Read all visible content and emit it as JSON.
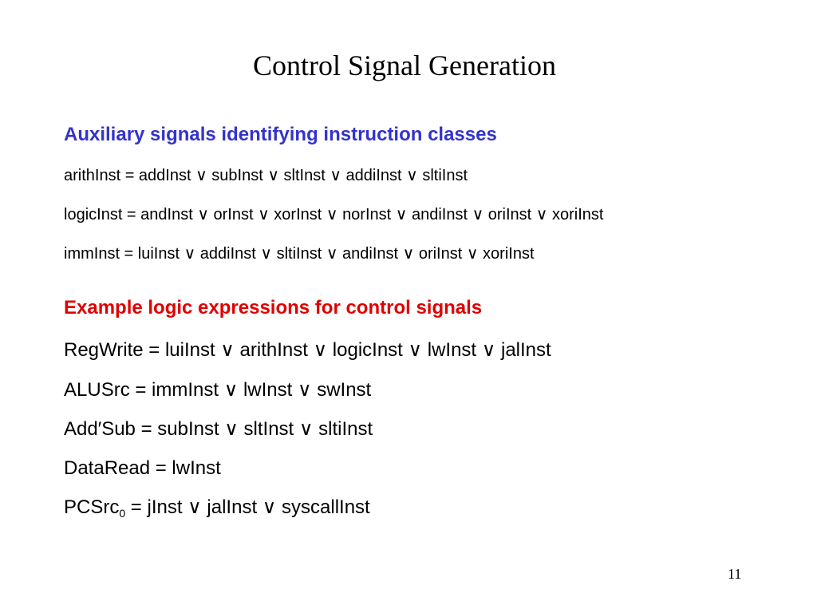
{
  "slide": {
    "title": "Control Signal Generation",
    "page_number": "11",
    "colors": {
      "aux_heading": "#3333cc",
      "example_heading": "#e00000",
      "text": "#000000",
      "background": "#ffffff"
    }
  },
  "aux_section": {
    "heading": "Auxiliary signals identifying instruction classes",
    "lines": [
      "arithInst = addInst ∨ subInst ∨ sltInst ∨ addiInst ∨ sltiInst",
      "logicInst = andInst ∨ orInst ∨ xorInst ∨ norInst ∨ andiInst ∨ oriInst ∨ xoriInst",
      "immInst = luiInst ∨ addiInst ∨ sltiInst ∨ andiInst ∨ oriInst ∨ xoriInst"
    ]
  },
  "example_section": {
    "heading": "Example logic expressions for control signals",
    "lines": [
      "RegWrite = luiInst ∨ arithInst ∨ logicInst ∨ lwInst ∨ jalInst",
      "ALUSrc = immInst ∨ lwInst ∨ swInst",
      "Add′Sub = subInst ∨ sltInst ∨ sltiInst",
      "DataRead = lwInst"
    ],
    "pcsrc": {
      "name": "PCSrc",
      "subscript": "0",
      "expression": " = jInst ∨ jalInst ∨ syscallInst"
    }
  }
}
